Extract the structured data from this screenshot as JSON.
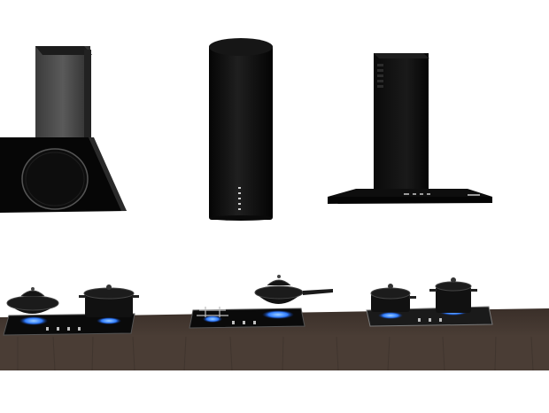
{
  "scene": {
    "background": "#ffffff",
    "countertop_color": "#3b302a",
    "countertop_edge_color": "#4a3e37",
    "appliance_color": "#0b0b0b",
    "steel_color": "#4b4b4b",
    "flame_color": "#2f7cff"
  },
  "hoods": [
    {
      "id": "angled-glass-hood",
      "style": "angled black glass with circular panel"
    },
    {
      "id": "cylindrical-island-hood",
      "style": "black cylinder with vertical control buttons"
    },
    {
      "id": "chimney-wall-hood",
      "style": "black chimney with flat canopy"
    }
  ],
  "cooktops": [
    {
      "id": "cooktop-left",
      "burners": 2,
      "cookware": [
        "wok",
        "stock-pot"
      ]
    },
    {
      "id": "cooktop-middle",
      "burners": 2,
      "cookware": [
        "frying-pan"
      ]
    },
    {
      "id": "cooktop-right",
      "burners": 2,
      "cookware": [
        "pot",
        "stock-pot"
      ]
    }
  ]
}
